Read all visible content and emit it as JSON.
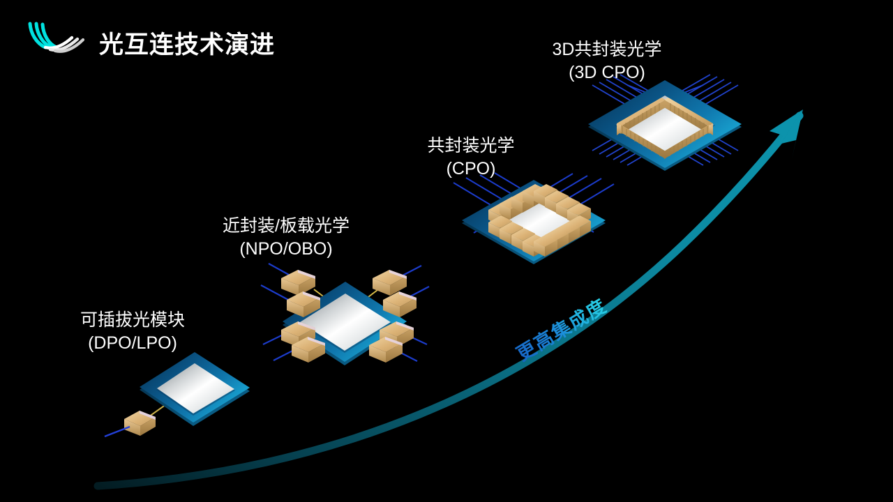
{
  "header": {
    "title": "光互连技术演进",
    "logo_name": "wave-swoosh-logo",
    "logo_colors": {
      "cyan": "#00e2e0",
      "white": "#ffffff"
    }
  },
  "theme": {
    "background": "#000000",
    "accent_teal": "#0d8ba3",
    "accent_cyan": "#22cfe4",
    "board_blue_dark": "#0a4c7c",
    "board_blue_light": "#19a9da",
    "module_gold": "#d9b173",
    "trace_blue": "#1b3fd0",
    "fiber_yellow": "#e6c84a"
  },
  "stages": [
    {
      "id": "dpo-lpo",
      "cn": "可插拔光模块",
      "en": "(DPO/LPO)",
      "module_count": 1,
      "integration_level": 1
    },
    {
      "id": "npo-obo",
      "cn": "近封装/板载光学",
      "en": "(NPO/OBO)",
      "module_count": 8,
      "integration_level": 2
    },
    {
      "id": "cpo",
      "cn": "共封装光学",
      "en": "(CPO)",
      "module_count": 16,
      "integration_level": 3
    },
    {
      "id": "3d-cpo",
      "cn": "3D共封装光学",
      "en": "(3D CPO)",
      "module_count": 48,
      "integration_level": 4
    }
  ],
  "axis": {
    "caption": "更高集成度",
    "direction": "up-right",
    "arrow_name": "integration-growth-arrow"
  }
}
